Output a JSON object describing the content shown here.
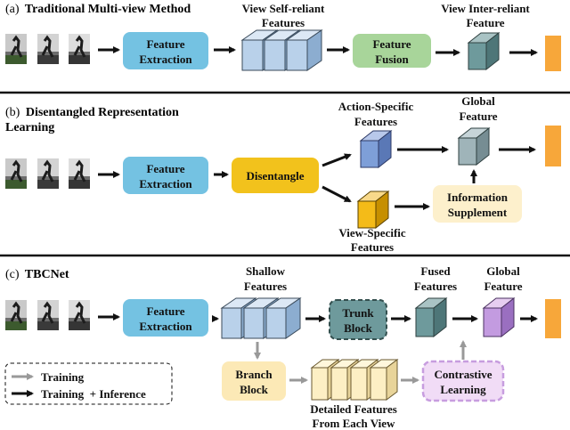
{
  "panel_a": {
    "title_prefix": "(a)",
    "title": "Traditional Multi-view Method",
    "feature_extraction": [
      "Feature",
      "Extraction"
    ],
    "self_reliant": [
      "View Self-reliant",
      "Features"
    ],
    "feature_fusion": [
      "Feature",
      "Fusion"
    ],
    "inter_reliant": [
      "View Inter-reliant",
      "Feature"
    ]
  },
  "panel_b": {
    "title_prefix": "(b)",
    "title": [
      "Disentangled Representation",
      "Learning"
    ],
    "feature_extraction": [
      "Feature",
      "Extraction"
    ],
    "disentangle": "Disentangle",
    "action_specific": [
      "Action-Specific",
      "Features"
    ],
    "view_specific": [
      "View-Specific",
      "Features"
    ],
    "global_feature": [
      "Global",
      "Feature"
    ],
    "info_supplement": [
      "Information",
      "Supplement"
    ]
  },
  "panel_c": {
    "title_prefix": "(c)",
    "title": "TBCNet",
    "feature_extraction": [
      "Feature",
      "Extraction"
    ],
    "shallow": [
      "Shallow",
      "Features"
    ],
    "trunk": [
      "Trunk",
      "Block"
    ],
    "fused": [
      "Fused",
      "Features"
    ],
    "global_feature": [
      "Global",
      "Feature"
    ],
    "branch": [
      "Branch",
      "Block"
    ],
    "detailed": [
      "Detailed Features",
      "From Each View"
    ],
    "contrastive": [
      "Contrastive",
      "Learning"
    ],
    "legend_training": "Training",
    "legend_training_inference": "Training  + Inference"
  },
  "colors": {
    "extraction_fill": "#74c2e2",
    "fusion_fill": "#a8d59a",
    "disentangle_fill": "#f2c21c",
    "supplement_fill": "#fdf0cc",
    "branch_fill": "#fce9b6",
    "trunk_fill": "#6e9a9c",
    "contrastive_fill": "#f1dcf6",
    "output_bar": "#f7a73a"
  }
}
